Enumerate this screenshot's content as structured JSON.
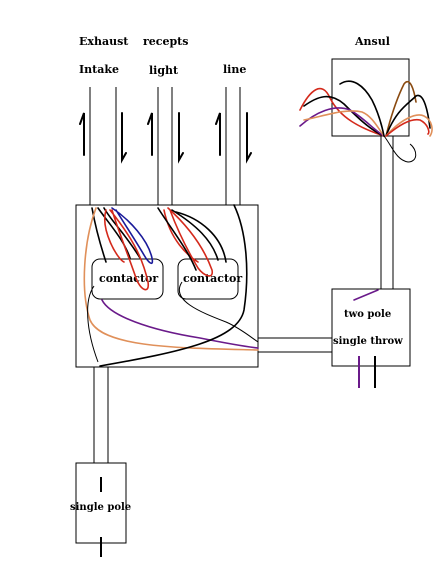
{
  "labels": {
    "exhaust": "Exhaust",
    "intake": "Intake",
    "recepts": "recepts",
    "light": "light",
    "line": "line",
    "ansul": "Ansul",
    "contactor_left": "contactor",
    "contactor_right": "contactor",
    "two_pole": "two pole",
    "single_throw": "single throw",
    "single_pole": "single pole"
  },
  "colors": {
    "black": "#000000",
    "red": "#d42a1c",
    "orange": "#e0905a",
    "blue": "#1a1a9a",
    "purple": "#6a1a8a",
    "brown": "#8a4a10"
  }
}
